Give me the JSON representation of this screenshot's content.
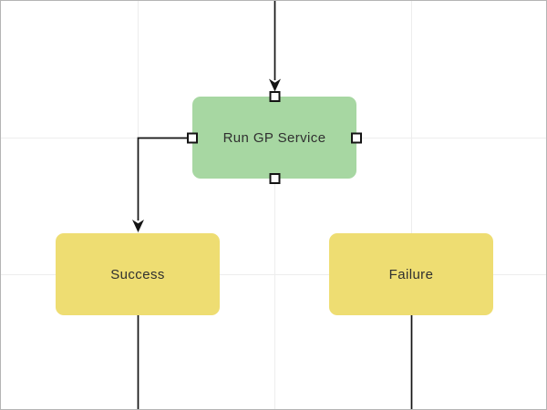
{
  "canvas": {
    "background": "#ffffff",
    "border_color": "#b5b5b5",
    "grid_color": "#ededed",
    "connector_color": "#141414",
    "handle_fill": "#ffffff",
    "handle_stroke": "#141414"
  },
  "nodes": {
    "run_gp_service": {
      "label": "Run GP Service",
      "fill": "#a7d7a2",
      "selected": true
    },
    "success": {
      "label": "Success",
      "fill": "#eedd72",
      "selected": false
    },
    "failure": {
      "label": "Failure",
      "fill": "#eedd72",
      "selected": false
    }
  }
}
